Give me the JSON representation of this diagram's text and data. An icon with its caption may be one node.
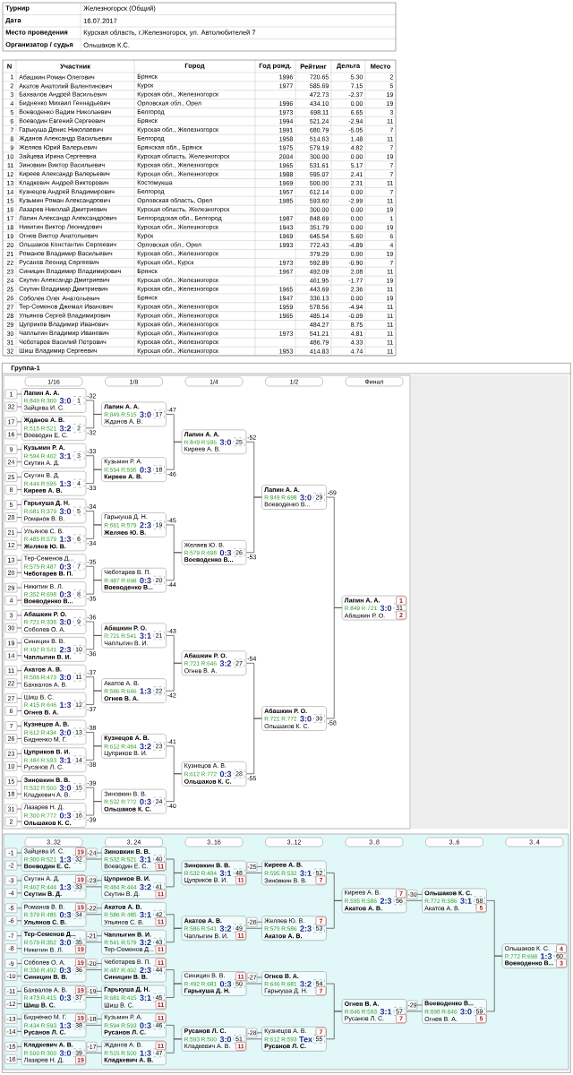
{
  "diagram": {
    "nodes": [
      {
        "text": [
          "Группа-1"
        ]
      },
      {
        "text": [
          "1/16"
        ],
        "in": 0
      },
      {
        "text": [
          "1/8"
        ],
        "in": 0
      },
      {
        "text": [
          "1/4"
        ],
        "in": 0
      },
      {
        "text": [
          "1/2"
        ],
        "in": 0
      },
      {
        "text": [
          "Финал"
        ],
        "in": 0
      },
      {
        "text": [
          "3..32"
        ],
        "in": 0
      },
      {
        "text": [
          "3..24"
        ],
        "in": 0
      },
      {
        "text": [
          "3..16"
        ],
        "in": 0
      },
      {
        "text": [
          "3..12"
        ],
        "in": 0
      },
      {
        "text": [
          "3..8"
        ],
        "in": 0
      },
      {
        "text": [
          "3..6"
        ],
        "in": 0
      },
      {
        "text": [
          "3..4"
        ],
        "in": 0
      },
      {
        "text": [
          "1"
        ],
        "in": 0
      },
      {
        "text": [
          "32"
        ],
        "in": 0
      },
      {
        "text": [
          "17"
        ],
        "in": 0
      },
      {
        "text": [
          "16"
        ],
        "in": 0
      },
      {
        "text": [
          "9"
        ],
        "in": 0
      },
      {
        "text": [
          "24"
        ],
        "in": 0
      },
      {
        "text": [
          "25"
        ],
        "in": 0
      },
      {
        "text": [
          "8"
        ],
        "in": 0
      },
      {
        "text": [
          "5"
        ],
        "in": 0
      },
      {
        "text": [
          "28"
        ],
        "in": 0
      },
      {
        "text": [
          "21"
        ],
        "in": 0
      },
      {
        "text": [
          "12"
        ],
        "in": 0
      },
      {
        "text": [
          "13"
        ],
        "in": 0
      },
      {
        "text": [
          "20"
        ],
        "in": 0
      },
      {
        "text": [
          "29"
        ],
        "in": 0
      },
      {
        "text": [
          "4"
        ],
        "in": 0
      },
      {
        "text": [
          "3"
        ],
        "in": 0
      },
      {
        "text": [
          "30"
        ],
        "in": 0
      },
      {
        "text": [
          "19"
        ],
        "in": 0
      },
      {
        "text": [
          "14"
        ],
        "in": 0
      },
      {
        "text": [
          "11"
        ],
        "in": 0
      },
      {
        "text": [
          "22"
        ],
        "in": 0
      },
      {
        "text": [
          "27"
        ],
        "in": 0
      },
      {
        "text": [
          "6"
        ],
        "in": 0
      },
      {
        "text": [
          "7"
        ],
        "in": 0
      },
      {
        "text": [
          "26"
        ],
        "in": 0
      },
      {
        "text": [
          "23"
        ],
        "in": 0
      },
      {
        "text": [
          "10"
        ],
        "in": 0
      },
      {
        "text": [
          "15"
        ],
        "in": 0
      },
      {
        "text": [
          "18"
        ],
        "in": 0
      },
      {
        "text": [
          "31"
        ],
        "in": 0
      },
      {
        "text": [
          "2"
        ],
        "in": 0
      },
      {
        "text": [
          "Лапин А. А.",
          "R:849",
          "R:300",
          "3:0",
          "1",
          "Зайцева И. С."
        ],
        "beside": [
          "-32"
        ],
        "in": 0
      },
      {
        "text": [
          "Жданов А. В.",
          "R:515",
          "R:521",
          "3:2",
          "2",
          "Воеводин Е. С."
        ],
        "beside": [
          "-32"
        ],
        "in": 0
      },
      {
        "text": [
          "Кузьмин Р. А.",
          "R:594",
          "R:462",
          "3:1",
          "3",
          "Скутин А. Д."
        ],
        "beside": [
          "-33"
        ],
        "in": 0
      },
      {
        "text": [
          "Скутин В. Д.",
          "R:444",
          "R:595",
          "1:3",
          "4",
          "Киреев А. В."
        ],
        "beside": [
          "-33"
        ],
        "in": 0
      },
      {
        "text": [
          "Гарькуша Д. Н.",
          "R:681",
          "R:379",
          "3:0",
          "5",
          "Романов В. В."
        ],
        "beside": [
          "-34"
        ],
        "in": 0
      },
      {
        "text": [
          "Ульянов С. В.",
          "R:485",
          "R:579",
          "1:3",
          "6",
          "Желяев Ю. В."
        ],
        "beside": [
          "-34"
        ],
        "in": 0
      },
      {
        "text": [
          "Тер-Семенов Д...",
          "R:579",
          "R:487",
          "0:3",
          "7",
          "Чеботарев В. П."
        ],
        "beside": [
          "-35"
        ],
        "in": 0
      },
      {
        "text": [
          "Никитин В. Л.",
          "R:352",
          "R:698",
          "0:3",
          "8",
          "Воеводенко В..."
        ],
        "beside": [
          "-35"
        ],
        "in": 0
      },
      {
        "text": [
          "Абашкин Р. О.",
          "R:721",
          "R:336",
          "3:0",
          "9",
          "Соболев О. А."
        ],
        "beside": [
          "-36"
        ],
        "in": 0
      },
      {
        "text": [
          "Синицин В. В.",
          "R:492",
          "R:541",
          "2:3",
          "10",
          "Чаплыгин В. И."
        ],
        "beside": [
          "-36"
        ],
        "in": 0
      },
      {
        "text": [
          "Акатов А. В.",
          "R:586",
          "R:473",
          "3:0",
          "11",
          "Бахвалов А. В."
        ],
        "beside": [
          "-37"
        ],
        "in": 0
      },
      {
        "text": [
          "Шиш В. С.",
          "R:415",
          "R:646",
          "1:3",
          "12",
          "Огнев В. А."
        ],
        "beside": [
          "-37"
        ],
        "in": 0
      },
      {
        "text": [
          "Кузнецов А. В.",
          "R:612",
          "R:434",
          "3:0",
          "13",
          "Бидненко М. Г."
        ],
        "beside": [
          "-38"
        ],
        "in": 0
      },
      {
        "text": [
          "Цуприков В. И.",
          "R:484",
          "R:593",
          "3:1",
          "14",
          "Русанов Л. С."
        ],
        "beside": [
          "-38"
        ],
        "in": 0
      },
      {
        "text": [
          "Зиновкин В. В.",
          "R:532",
          "R:500",
          "3:0",
          "15",
          "Кладкевич А. В."
        ],
        "beside": [
          "-39"
        ],
        "in": 0
      },
      {
        "text": [
          "Лазарев Н. Д.",
          "R:300",
          "R:772",
          "0:3",
          "16",
          "Ольшаков К. С."
        ],
        "beside": [
          "-39"
        ],
        "in": 0
      },
      {
        "text": [
          "Лапин А. А.",
          "R:849",
          "R:515",
          "3:0",
          "17",
          "Жданов А. В."
        ],
        "beside": [
          "-47"
        ],
        "in": 0
      },
      {
        "text": [
          "Кузьмин Р. А.",
          "R:594",
          "R:595",
          "0:3",
          "18",
          "Киреев А. В."
        ],
        "beside": [
          "-46"
        ],
        "in": 0
      },
      {
        "text": [
          "Гарькуша Д. Н.",
          "R:681",
          "R:579",
          "2:3",
          "19",
          "Желяев Ю. В."
        ],
        "beside": [
          "-45"
        ],
        "in": 0
      },
      {
        "text": [
          "Чеботарев В. П.",
          "R:487",
          "R:698",
          "0:3",
          "20",
          "Воеводенко В..."
        ],
        "beside": [
          "-44"
        ],
        "in": 0
      },
      {
        "text": [
          "Абашкин Р. О.",
          "R:721",
          "R:541",
          "3:1",
          "21",
          "Чаплыгин В. И."
        ],
        "beside": [
          "-43"
        ],
        "in": 0
      },
      {
        "text": [
          "Акатов А. В.",
          "R:586",
          "R:646",
          "1:3",
          "22",
          "Огнев В. А."
        ],
        "beside": [
          "-42"
        ],
        "in": 0
      },
      {
        "text": [
          "Кузнецов А. В.",
          "R:612",
          "R:484",
          "3:2",
          "23",
          "Цуприков В. И."
        ],
        "beside": [
          "-41"
        ],
        "in": 0
      },
      {
        "text": [
          "Зиновкин В. В.",
          "R:532",
          "R:772",
          "0:3",
          "24",
          "Ольшаков К. С."
        ],
        "beside": [
          "-40"
        ],
        "in": 0
      },
      {
        "text": [
          "Лапин А. А.",
          "R:849",
          "R:595",
          "3:0",
          "25",
          "Киреев А. В."
        ],
        "beside": [
          "-52"
        ],
        "in": 0
      },
      {
        "text": [
          "Желяев Ю. В.",
          "R:579",
          "R:698",
          "0:3",
          "26",
          "Воеводенко В..."
        ],
        "beside": [
          "-53"
        ],
        "in": 0
      },
      {
        "text": [
          "Абашкин Р. О.",
          "R:721",
          "R:646",
          "3:2",
          "27",
          "Огнев В. А."
        ],
        "beside": [
          "-54"
        ],
        "in": 0
      },
      {
        "text": [
          "Кузнецов А. В.",
          "R:612",
          "R:772",
          "0:3",
          "28",
          "Ольшаков К. С."
        ],
        "beside": [
          "-55"
        ],
        "in": 0
      },
      {
        "text": [
          "Лапин А. А.",
          "R:849",
          "R:698",
          "3:0",
          "29",
          "Воеводенко В..."
        ],
        "beside": [
          "-59"
        ],
        "in": 0
      },
      {
        "text": [
          "Абашкин Р. О.",
          "R:721",
          "R:772",
          "3:0",
          "30",
          "Ольшаков К. С."
        ],
        "beside": [
          "-58"
        ],
        "in": 0
      },
      {
        "text": [
          "Лапин А. А.",
          "R:849",
          "R:721",
          "3:0",
          "31",
          "Абашкин Р. О.",
          "1",
          "2"
        ],
        "in": 0
      },
      {
        "text": [
          "-1"
        ],
        "in": 0
      },
      {
        "text": [
          "-2"
        ],
        "in": 0
      },
      {
        "text": [
          "-3"
        ],
        "in": 0
      },
      {
        "text": [
          "-4"
        ],
        "in": 0
      },
      {
        "text": [
          "-5"
        ],
        "in": 0
      },
      {
        "text": [
          "-6"
        ],
        "in": 0
      },
      {
        "text": [
          "-7"
        ],
        "in": 0
      },
      {
        "text": [
          "-8"
        ],
        "in": 0
      },
      {
        "text": [
          "-9"
        ],
        "in": 0
      },
      {
        "text": [
          "-10"
        ],
        "in": 0
      },
      {
        "text": [
          "-11"
        ],
        "in": 0
      },
      {
        "text": [
          "-12"
        ],
        "in": 0
      },
      {
        "text": [
          "-13"
        ],
        "in": 0
      },
      {
        "text": [
          "-14"
        ],
        "in": 0
      },
      {
        "text": [
          "-15"
        ],
        "in": 0
      },
      {
        "text": [
          "-16"
        ],
        "in": 0
      },
      {
        "text": [
          "-24"
        ],
        "in": 0
      },
      {
        "text": [
          "-23"
        ],
        "in": 0
      },
      {
        "text": [
          "-22"
        ],
        "in": 0
      },
      {
        "text": [
          "-21"
        ],
        "in": 0
      },
      {
        "text": [
          "-20"
        ],
        "in": 0
      },
      {
        "text": [
          "-19"
        ],
        "in": 0
      },
      {
        "text": [
          "-18"
        ],
        "in": 0
      },
      {
        "text": [
          "-17"
        ],
        "in": 0
      },
      {
        "text": [
          "-25"
        ],
        "in": 0
      },
      {
        "text": [
          "-26"
        ],
        "in": 0
      },
      {
        "text": [
          "-27"
        ],
        "in": 0
      },
      {
        "text": [
          "-28"
        ],
        "in": 0
      },
      {
        "text": [
          "-30"
        ],
        "in": 0
      },
      {
        "text": [
          "-29"
        ],
        "in": 0
      },
      {
        "text": [
          "Зайцева И. С.",
          "R:300",
          "R:521",
          "1:3",
          "32",
          "Воеводин Е. С.",
          "19"
        ],
        "in": 0
      },
      {
        "text": [
          "Скутин А. Д.",
          "R:462",
          "R:444",
          "1:3",
          "33",
          "Скутин В. Д.",
          "19"
        ],
        "in": 0
      },
      {
        "text": [
          "Романов В. В.",
          "R:379",
          "R:485",
          "0:3",
          "34",
          "Ульянов С. В.",
          "19"
        ],
        "in": 0
      },
      {
        "text": [
          "Тер-Семенов Д...",
          "R:579",
          "R:352",
          "3:0",
          "35",
          "Никитин В. Л.",
          "19"
        ],
        "in": 0
      },
      {
        "text": [
          "Соболев О. А.",
          "R:336",
          "R:492",
          "0:3",
          "36",
          "Синицин В. В.",
          "19"
        ],
        "in": 0
      },
      {
        "text": [
          "Бахвалов А. В.",
          "R:473",
          "R:415",
          "0:3",
          "37",
          "Шиш В. С.",
          "19"
        ],
        "in": 0
      },
      {
        "text": [
          "Бидненко М. Г.",
          "R:434",
          "R:593",
          "1:3",
          "38",
          "Русанов Л. С.",
          "19"
        ],
        "in": 0
      },
      {
        "text": [
          "Кладкевич А. В.",
          "R:500",
          "R:300",
          "3:0",
          "39",
          "Лазарев Н. Д.",
          "19"
        ],
        "in": 0
      },
      {
        "text": [
          "Зиновкин В. В.",
          "R:532",
          "R:521",
          "3:1",
          "40",
          "Воеводин Е. С.",
          "11"
        ],
        "in": 0
      },
      {
        "text": [
          "Цуприков В. И.",
          "R:484",
          "R:444",
          "3:2",
          "41",
          "Скутин В. Д.",
          "11"
        ],
        "in": 0
      },
      {
        "text": [
          "Акатов А. В.",
          "R:586",
          "R:485",
          "3:1",
          "42",
          "Ульянов С. В.",
          "11"
        ],
        "in": 0
      },
      {
        "text": [
          "Чаплыгин В. И.",
          "R:541",
          "R:579",
          "3:2",
          "43",
          "Тер-Семенов Д...",
          "11"
        ],
        "in": 0
      },
      {
        "text": [
          "Чеботарев В. П.",
          "R:487",
          "R:492",
          "2:3",
          "44",
          "Синицин В. В.",
          "11"
        ],
        "in": 0
      },
      {
        "text": [
          "Гарькуша Д. Н.",
          "R:681",
          "R:415",
          "3:1",
          "45",
          "Шиш В. С.",
          "11"
        ],
        "in": 0
      },
      {
        "text": [
          "Кузьмин Р. А.",
          "R:594",
          "R:593",
          "0:3",
          "46",
          "Русанов Л. С.",
          "11"
        ],
        "in": 0
      },
      {
        "text": [
          "Жданов А. В.",
          "R:515",
          "R:500",
          "1:3",
          "47",
          "Кладкевич А. В.",
          "11"
        ],
        "in": 0
      },
      {
        "text": [
          "Зиновкин В. В.",
          "R:532",
          "R:484",
          "3:1",
          "48",
          "Цуприков В. И.",
          "11"
        ],
        "in": 0
      },
      {
        "text": [
          "Акатов А. В.",
          "R:586",
          "R:541",
          "3:2",
          "49",
          "Чаплыгин В. И.",
          "11"
        ],
        "in": 0
      },
      {
        "text": [
          "Синицин В. В.",
          "R:492",
          "R:681",
          "0:3",
          "50",
          "Гарькуша Д. Н.",
          "11"
        ],
        "in": 0
      },
      {
        "text": [
          "Русанов Л. С.",
          "R:593",
          "R:500",
          "3:0",
          "51",
          "Кладкевич А. В.",
          "11"
        ],
        "in": 0
      },
      {
        "text": [
          "Киреев А. В.",
          "R:595",
          "R:532",
          "3:1",
          "52",
          "Зиновкин В. В.",
          "7"
        ],
        "in": 0
      },
      {
        "text": [
          "Желяев Ю. В.",
          "R:579",
          "R:586",
          "2:3",
          "53",
          "Акатов А. В.",
          "7"
        ],
        "in": 0
      },
      {
        "text": [
          "Огнев В. А.",
          "R:646",
          "R:681",
          "3:2",
          "54",
          "Гарькуша Д. Н.",
          "7"
        ],
        "in": 0
      },
      {
        "text": [
          "Кузнецов А. В.",
          "R:612",
          "R:593",
          "Тех",
          "55",
          "Русанов Л. С.",
          "7"
        ],
        "in": 0
      },
      {
        "text": [
          "Киреев А. В.",
          "R:595",
          "R:586",
          "2:3",
          "56",
          "Акатов А. В.",
          "7"
        ],
        "in": 0
      },
      {
        "text": [
          "Огнев В. А.",
          "R:646",
          "R:593",
          "3:1",
          "57",
          "Русанов Л. С.",
          "7"
        ],
        "in": 0
      },
      {
        "text": [
          "Ольшаков К. С.",
          "R:772",
          "R:586",
          "3:1",
          "58",
          "Акатов А. В.",
          "5"
        ],
        "in": 0
      },
      {
        "text": [
          "Воеводенко В...",
          "R:698",
          "R:646",
          "3:0",
          "59",
          "Огнев В. А.",
          "5"
        ],
        "in": 0
      },
      {
        "text": [
          "Ольшаков К. С.",
          "R:772",
          "R:698",
          "1:3",
          "60",
          "Воеводенко В...",
          "4",
          "3"
        ],
        "in": 0
      }
    ],
    "edges": [
      {
        "from": 13,
        "to": 45,
        "arrow": "none"
      },
      {
        "from": 14,
        "to": 45,
        "arrow": "none"
      },
      {
        "from": 15,
        "to": 46,
        "arrow": "none"
      },
      {
        "from": 16,
        "to": 46,
        "arrow": "none"
      },
      {
        "from": 17,
        "to": 47,
        "arrow": "none"
      },
      {
        "from": 18,
        "to": 47,
        "arrow": "none"
      },
      {
        "from": 19,
        "to": 48,
        "arrow": "none"
      },
      {
        "from": 20,
        "to": 48,
        "arrow": "none"
      },
      {
        "from": 21,
        "to": 49,
        "arrow": "none"
      },
      {
        "from": 22,
        "to": 49,
        "arrow": "none"
      },
      {
        "from": 23,
        "to": 50,
        "arrow": "none"
      },
      {
        "from": 24,
        "to": 50,
        "arrow": "none"
      },
      {
        "from": 25,
        "to": 51,
        "arrow": "none"
      },
      {
        "from": 26,
        "to": 51,
        "arrow": "none"
      },
      {
        "from": 27,
        "to": 52,
        "arrow": "none"
      },
      {
        "from": 28,
        "to": 52,
        "arrow": "none"
      },
      {
        "from": 29,
        "to": 53,
        "arrow": "none"
      },
      {
        "from": 30,
        "to": 53,
        "arrow": "none"
      },
      {
        "from": 31,
        "to": 54,
        "arrow": "none"
      },
      {
        "from": 32,
        "to": 54,
        "arrow": "none"
      },
      {
        "from": 33,
        "to": 55,
        "arrow": "none"
      },
      {
        "from": 34,
        "to": 55,
        "arrow": "none"
      },
      {
        "from": 35,
        "to": 56,
        "arrow": "none"
      },
      {
        "from": 36,
        "to": 56,
        "arrow": "none"
      },
      {
        "from": 37,
        "to": 57,
        "arrow": "none"
      },
      {
        "from": 38,
        "to": 57,
        "arrow": "none"
      },
      {
        "from": 39,
        "to": 58,
        "arrow": "none"
      },
      {
        "from": 40,
        "to": 58,
        "arrow": "none"
      },
      {
        "from": 41,
        "to": 59,
        "arrow": "none"
      },
      {
        "from": 42,
        "to": 59,
        "arrow": "none"
      },
      {
        "from": 43,
        "to": 60,
        "arrow": "none"
      },
      {
        "from": 44,
        "to": 60,
        "arrow": "none"
      },
      {
        "from": 45,
        "to": 61,
        "arrow": "none"
      },
      {
        "from": 46,
        "to": 61,
        "arrow": "none"
      },
      {
        "from": 47,
        "to": 62,
        "arrow": "none"
      },
      {
        "from": 48,
        "to": 62,
        "arrow": "none"
      },
      {
        "from": 49,
        "to": 63,
        "arrow": "none"
      },
      {
        "from": 50,
        "to": 63,
        "arrow": "none"
      },
      {
        "from": 51,
        "to": 64,
        "arrow": "none"
      },
      {
        "from": 52,
        "to": 64,
        "arrow": "none"
      },
      {
        "from": 53,
        "to": 65,
        "arrow": "none"
      },
      {
        "from": 54,
        "to": 65,
        "arrow": "none"
      },
      {
        "from": 55,
        "to": 66,
        "arrow": "none"
      },
      {
        "from": 56,
        "to": 66,
        "arrow": "none"
      },
      {
        "from": 57,
        "to": 67,
        "arrow": "none"
      },
      {
        "from": 58,
        "to": 67,
        "arrow": "none"
      },
      {
        "from": 59,
        "to": 68,
        "arrow": "none"
      },
      {
        "from": 60,
        "to": 68,
        "arrow": "none"
      },
      {
        "from": 61,
        "to": 69,
        "arrow": "none"
      },
      {
        "from": 62,
        "to": 69,
        "arrow": "none"
      },
      {
        "from": 63,
        "to": 70,
        "arrow": "none"
      },
      {
        "from": 64,
        "to": 70,
        "arrow": "none"
      },
      {
        "from": 65,
        "to": 71,
        "arrow": "none"
      },
      {
        "from": 66,
        "to": 71,
        "arrow": "none"
      },
      {
        "from": 67,
        "to": 72,
        "arrow": "none"
      },
      {
        "from": 68,
        "to": 72,
        "arrow": "none"
      },
      {
        "from": 69,
        "to": 73,
        "arrow": "none"
      },
      {
        "from": 70,
        "to": 73,
        "arrow": "none"
      },
      {
        "from": 71,
        "to": 74,
        "arrow": "none"
      },
      {
        "from": 72,
        "to": 74,
        "arrow": "none"
      },
      {
        "from": 73,
        "to": 75,
        "arrow": "none"
      },
      {
        "from": 74,
        "to": 75,
        "arrow": "none"
      },
      {
        "from": 76,
        "to": 106,
        "arrow": "none"
      },
      {
        "from": 77,
        "to": 106,
        "arrow": "none"
      },
      {
        "from": 78,
        "to": 107,
        "arrow": "none"
      },
      {
        "from": 79,
        "to": 107,
        "arrow": "none"
      },
      {
        "from": 80,
        "to": 108,
        "arrow": "none"
      },
      {
        "from": 81,
        "to": 108,
        "arrow": "none"
      },
      {
        "from": 82,
        "to": 109,
        "arrow": "none"
      },
      {
        "from": 83,
        "to": 109,
        "arrow": "none"
      },
      {
        "from": 84,
        "to": 110,
        "arrow": "none"
      },
      {
        "from": 85,
        "to": 110,
        "arrow": "none"
      },
      {
        "from": 86,
        "to": 111,
        "arrow": "none"
      },
      {
        "from": 87,
        "to": 111,
        "arrow": "none"
      },
      {
        "from": 88,
        "to": 112,
        "arrow": "none"
      },
      {
        "from": 89,
        "to": 112,
        "arrow": "none"
      },
      {
        "from": 90,
        "to": 113,
        "arrow": "none"
      },
      {
        "from": 91,
        "to": 113,
        "arrow": "none"
      },
      {
        "from": 92,
        "to": 114,
        "arrow": "none"
      },
      {
        "from": 93,
        "to": 115,
        "arrow": "none"
      },
      {
        "from": 94,
        "to": 116,
        "arrow": "none"
      },
      {
        "from": 95,
        "to": 117,
        "arrow": "none"
      },
      {
        "from": 96,
        "to": 118,
        "arrow": "none"
      },
      {
        "from": 97,
        "to": 119,
        "arrow": "none"
      },
      {
        "from": 98,
        "to": 120,
        "arrow": "none"
      },
      {
        "from": 99,
        "to": 121,
        "arrow": "none"
      },
      {
        "from": 106,
        "to": 114,
        "arrow": "none"
      },
      {
        "from": 107,
        "to": 115,
        "arrow": "none"
      },
      {
        "from": 108,
        "to": 116,
        "arrow": "none"
      },
      {
        "from": 109,
        "to": 117,
        "arrow": "none"
      },
      {
        "from": 110,
        "to": 118,
        "arrow": "none"
      },
      {
        "from": 111,
        "to": 119,
        "arrow": "none"
      },
      {
        "from": 112,
        "to": 120,
        "arrow": "none"
      },
      {
        "from": 113,
        "to": 121,
        "arrow": "none"
      },
      {
        "from": 114,
        "to": 122,
        "arrow": "none"
      },
      {
        "from": 115,
        "to": 122,
        "arrow": "none"
      },
      {
        "from": 116,
        "to": 123,
        "arrow": "none"
      },
      {
        "from": 117,
        "to": 123,
        "arrow": "none"
      },
      {
        "from": 118,
        "to": 124,
        "arrow": "none"
      },
      {
        "from": 119,
        "to": 124,
        "arrow": "none"
      },
      {
        "from": 120,
        "to": 125,
        "arrow": "none"
      },
      {
        "from": 121,
        "to": 125,
        "arrow": "none"
      },
      {
        "from": 100,
        "to": 126,
        "arrow": "none"
      },
      {
        "from": 101,
        "to": 127,
        "arrow": "none"
      },
      {
        "from": 102,
        "to": 128,
        "arrow": "none"
      },
      {
        "from": 103,
        "to": 129,
        "arrow": "none"
      },
      {
        "from": 122,
        "to": 126,
        "arrow": "none"
      },
      {
        "from": 123,
        "to": 127,
        "arrow": "none"
      },
      {
        "from": 124,
        "to": 128,
        "arrow": "none"
      },
      {
        "from": 125,
        "to": 129,
        "arrow": "none"
      },
      {
        "from": 126,
        "to": 130,
        "arrow": "none"
      },
      {
        "from": 127,
        "to": 130,
        "arrow": "none"
      },
      {
        "from": 128,
        "to": 131,
        "arrow": "none"
      },
      {
        "from": 129,
        "to": 131,
        "arrow": "none"
      },
      {
        "from": 104,
        "to": 132,
        "arrow": "none"
      },
      {
        "from": 105,
        "to": 133,
        "arrow": "none"
      },
      {
        "from": 130,
        "to": 132,
        "arrow": "none"
      },
      {
        "from": 131,
        "to": 133,
        "arrow": "none"
      },
      {
        "from": 132,
        "to": 134,
        "arrow": "none"
      },
      {
        "from": 133,
        "to": 134,
        "arrow": "none"
      }
    ],
    "labels": [
      "Турнир",
      "Железногорск (Общий)",
      "Дата",
      "16.07.2017",
      "Место проведения",
      "Курская область, г.Железногорск, ул. Автолюбителей 7",
      "Организатор / судья",
      "Ольшаков К.С.",
      "N",
      "Участник",
      "Город",
      "Год рожд.",
      "Рейтинг",
      "Дельта",
      "Место",
      "1",
      "Абашкин Роман Олегович",
      "Брянск",
      "1996",
      "720.65",
      "5.30",
      "2",
      "2",
      "Акатов Анатолий Валентинович",
      "Курск",
      "1977",
      "585.69",
      "7.15",
      "5",
      "3",
      "Бахвалов Андрей Васильевич",
      "Курская обл., Железногорск",
      "472.73",
      "-2.37",
      "19",
      "4",
      "Бидненко Михаил Геннадьевич",
      "Орловская обл., Орел",
      "1996",
      "434.10",
      "0.00",
      "19",
      "5",
      "Воеводенко Вадим Николаевич",
      "Белгород",
      "1973",
      "698.11",
      "6.65",
      "3",
      "6",
      "Воеводин Евгений Сергеевич",
      "Брянск",
      "1994",
      "521.24",
      "-2.94",
      "11",
      "7",
      "Гарькуша Денис Николаевич",
      "Курская обл., Железногорск",
      "1991",
      "680.79",
      "-5.05",
      "7",
      "8",
      "Жданов Александр Васильевич",
      "Белгород",
      "1958",
      "514.63",
      "1.48",
      "11",
      "9",
      "Желяев Юрий Валерьевич",
      "Брянская обл., Брянск",
      "1975",
      "579.19",
      "4.82",
      "7",
      "10",
      "Зайцева Ирина Сергеевна",
      "Курская область, Железногорск",
      "2004",
      "300.00",
      "0.00",
      "19",
      "11",
      "Зиновкин Виктор Васильевич",
      "Курская обл., Железногорск",
      "1965",
      "531.61",
      "5.17",
      "7",
      "12",
      "Киреев Александр Валерьевич",
      "Курская обл., Железногорск",
      "1988",
      "595.07",
      "2.41",
      "7",
      "13",
      "Кладкевич Андрей Викторович",
      "Костомукша",
      "1969",
      "500.00",
      "2.31",
      "11",
      "14",
      "Кузнецов Андрей Владимирович",
      "Белгород",
      "1957",
      "612.14",
      "0.00",
      "7",
      "15",
      "Кузьмин Роман Александрович",
      "Орловская область, Орел",
      "1985",
      "593.60",
      "-2.99",
      "11",
      "16",
      "Лазарев Николай Дмитриевич",
      "Курская область, Железногорск",
      "300.00",
      "0.00",
      "19",
      "17",
      "Лапин Александр Александрович",
      "Белгородская обл., Белгород",
      "1987",
      "848.69",
      "0.00",
      "1",
      "18",
      "Никитин Виктор Леонидович",
      "Курская обл., Железногорск",
      "1943",
      "351.79",
      "0.00",
      "19",
      "19",
      "Огнев Виктор Анатольевич",
      "Курск",
      "1969",
      "645.54",
      "5.60",
      "6",
      "20",
      "Ольшаков Константин Сергеевич",
      "Орловская обл., Орел",
      "1993",
      "772.43",
      "-4.89",
      "4",
      "21",
      "Романов Владимир Васильевич",
      "Курская обл., Железногорск",
      "379.29",
      "0.00",
      "19",
      "22",
      "Русанов Леонид Сергеевич",
      "Курская обл., Курск",
      "1973",
      "592.89",
      "-0.90",
      "7",
      "23",
      "Синицин Владимир Владимирович",
      "Брянск",
      "1967",
      "492.09",
      "2.08",
      "11",
      "24",
      "Скутин Александр Дмитриевич",
      "Курская обл., Железногорск",
      "461.95",
      "-1.77",
      "19",
      "25",
      "Скутин Владимир Дмитриевич",
      "Курская обл., Железногорск",
      "1965",
      "443.69",
      "2.36",
      "11",
      "26",
      "Соболев Олег Анатольевич",
      "Брянск",
      "1947",
      "336.13",
      "0.00",
      "19",
      "27",
      "Тер-Семенов Джемал Иванович",
      "Курская обл., Железногорск",
      "1959",
      "578.56",
      "-4.94",
      "11",
      "28",
      "Ульянов Сергей Владимирович",
      "Курская обл., Железногорск",
      "1965",
      "485.14",
      "-0.09",
      "11",
      "29",
      "Цуприков Владимир Иванович",
      "Курская обл., Железногорск",
      "484.27",
      "8.75",
      "11",
      "30",
      "Чаплыгин Владимир Иванович",
      "Курская обл., Железногорск",
      "1973",
      "541.21",
      "4.81",
      "11",
      "31",
      "Чеботарев Василий Петрович",
      "Курская обл., Железногорск",
      "486.79",
      "4.33",
      "11",
      "32",
      "Шиш Владимир Сергеевич",
      "Курская обл., Железногорск",
      "1953",
      "414.83",
      "4.74",
      "11"
    ]
  }
}
